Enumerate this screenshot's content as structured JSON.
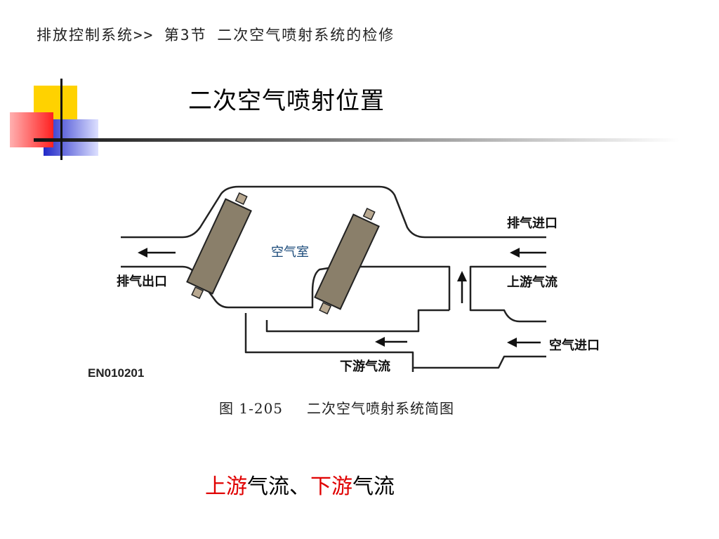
{
  "header": {
    "breadcrumb": "排放控制系统>> 第3节 二次空气喷射系统的检修"
  },
  "slide": {
    "title": "二次空气喷射位置"
  },
  "figure": {
    "labels": {
      "exhaust_inlet": "排气进口",
      "exhaust_outlet": "排气出口",
      "air_chamber": "空气室",
      "upstream_flow": "上游气流",
      "air_inlet": "空气进口",
      "downstream_flow": "下游气流"
    },
    "code": "EN010201",
    "caption_number": "图 1-205",
    "caption_text": "二次空气喷射系统简图"
  },
  "note": {
    "part1_red": "上游",
    "part2": "气流、",
    "part3_red": "下游",
    "part4": "气流"
  },
  "colors": {
    "deco_yellow": "#ffd200",
    "deco_red": "#ff3030",
    "deco_blue": "#2830d0",
    "highlight_red": "#e00000",
    "catalyst": "#8a7f6a"
  }
}
